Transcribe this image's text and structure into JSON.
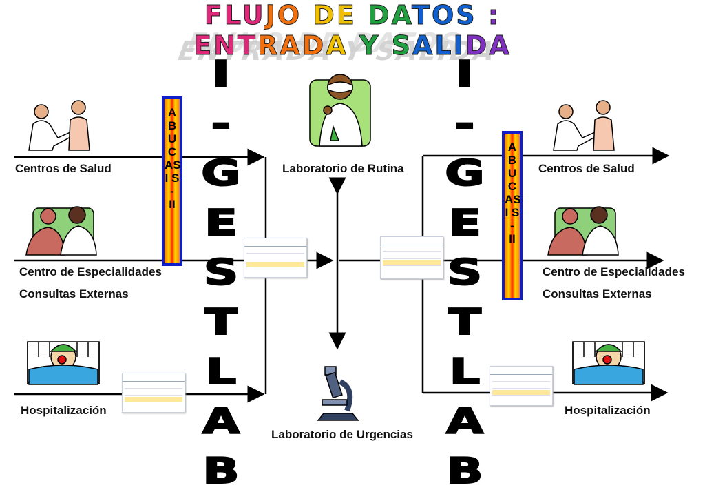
{
  "title": {
    "line1": "FLUJO DE DATOS :",
    "line2": "ENTRADA Y SALIDA"
  },
  "left": {
    "labels": {
      "centros_salud": "Centros de Salud",
      "especialidades": "Centro de Especialidades",
      "consultas": "Consultas Externas",
      "hospitalizacion": "Hospitalización"
    }
  },
  "right": {
    "labels": {
      "centros_salud": "Centros de Salud",
      "especialidades": "Centro de Especialidades",
      "consultas": "Consultas Externas",
      "hospitalizacion": "Hospitalización"
    }
  },
  "center": {
    "rutina": "Laboratorio de Rutina",
    "urgencias": "Laboratorio de Urgencias"
  },
  "abucasis": [
    "A",
    "B",
    "U",
    "C",
    "AS",
    "I S",
    "-",
    "II"
  ],
  "gestlab": [
    "I",
    "-",
    "G",
    "E",
    "S",
    "T",
    "L",
    "A",
    "B"
  ],
  "colors": {
    "abucasis_border": "#1020c8",
    "title_gradient": [
      "#e0287a",
      "#f07010",
      "#f0c000",
      "#20a040",
      "#1060d0",
      "#8030c0"
    ]
  }
}
